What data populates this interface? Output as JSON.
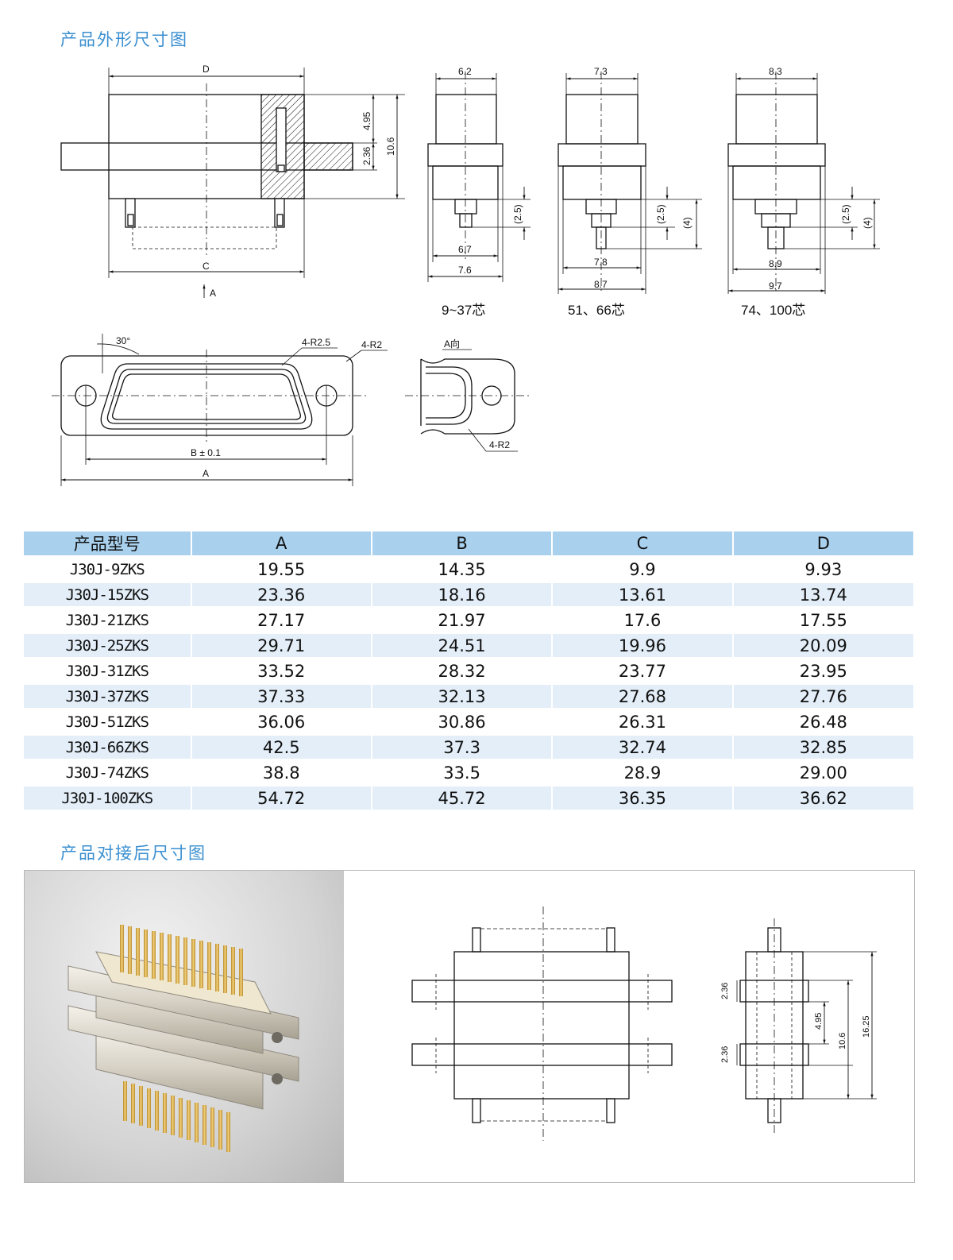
{
  "titles": {
    "outline": "产品外形尺寸图",
    "mated": "产品对接后尺寸图"
  },
  "drawing_labels": {
    "main_view": {
      "D": "D",
      "C": "C",
      "A_arrow": "A",
      "d495": "4.95",
      "d236": "2.36",
      "d106": "10.6"
    },
    "side_views": [
      {
        "top": "6.2",
        "mid": "6.7",
        "bottom": "7.6",
        "pin": "(2.5)",
        "caption": "9~37芯"
      },
      {
        "top": "7.3",
        "mid": "7.8",
        "bottom": "8.7",
        "pin": "(2.5)",
        "pin2": "(4)",
        "caption": "51、66芯"
      },
      {
        "top": "8.3",
        "mid": "8.9",
        "bottom": "9.7",
        "pin": "(2.5)",
        "pin2": "(4)",
        "caption": "74、100芯"
      }
    ],
    "front_view": {
      "angle": "30°",
      "r25": "4-R2.5",
      "r2": "4-R2",
      "B": "B ± 0.1",
      "A": "A"
    },
    "a_view": {
      "title": "A向",
      "r2": "4-R2"
    },
    "mated_view": {
      "d236a": "2.36",
      "d236b": "2.36",
      "d495": "4.95",
      "d106": "10.6",
      "d1625": "16.25"
    }
  },
  "table": {
    "headers": [
      "产品型号",
      "A",
      "B",
      "C",
      "D"
    ],
    "rows": [
      [
        "J30J-9ZKS",
        "19.55",
        "14.35",
        "9.9",
        "9.93"
      ],
      [
        "J30J-15ZKS",
        "23.36",
        "18.16",
        "13.61",
        "13.74"
      ],
      [
        "J30J-21ZKS",
        "27.17",
        "21.97",
        "17.6",
        "17.55"
      ],
      [
        "J30J-25ZKS",
        "29.71",
        "24.51",
        "19.96",
        "20.09"
      ],
      [
        "J30J-31ZKS",
        "33.52",
        "28.32",
        "23.77",
        "23.95"
      ],
      [
        "J30J-37ZKS",
        "37.33",
        "32.13",
        "27.68",
        "27.76"
      ],
      [
        "J30J-51ZKS",
        "36.06",
        "30.86",
        "26.31",
        "26.48"
      ],
      [
        "J30J-66ZKS",
        "42.5",
        "37.3",
        "32.74",
        "32.85"
      ],
      [
        "J30J-74ZKS",
        "38.8",
        "33.5",
        "28.9",
        "29.00"
      ],
      [
        "J30J-100ZKS",
        "54.72",
        "45.72",
        "36.35",
        "36.62"
      ]
    ]
  },
  "colors": {
    "title": "#3a8fd0",
    "header_bg": "#a9d1ee",
    "row_alt_bg": "#e3eef8"
  }
}
